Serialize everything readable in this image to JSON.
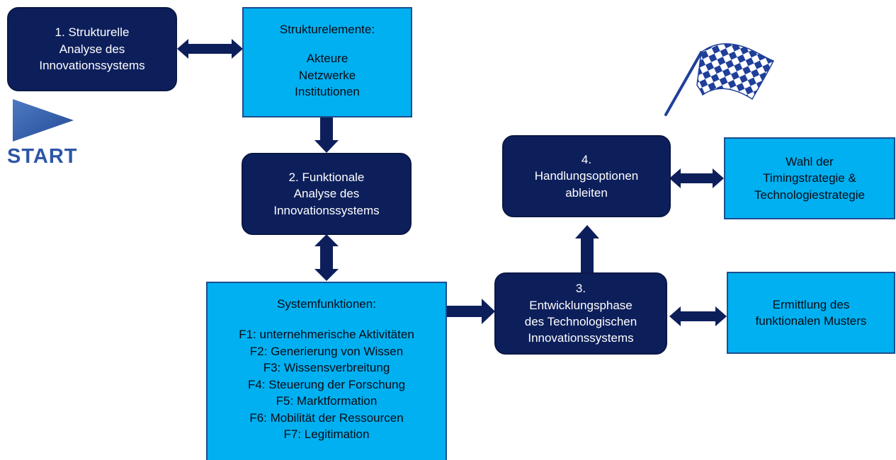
{
  "start": {
    "label": "START"
  },
  "nodes": {
    "structural_analysis": {
      "lines": [
        "1. Strukturelle",
        "Analyse des",
        "Innovationssystems"
      ]
    },
    "structural_elements": {
      "title": "Strukturelemente:",
      "items": [
        "Akteure",
        "Netzwerke",
        "Institutionen"
      ]
    },
    "functional_analysis": {
      "lines": [
        "2. Funktionale",
        "Analyse des",
        "Innovationssystems"
      ]
    },
    "system_functions": {
      "title": "Systemfunktionen:",
      "items": [
        "F1: unternehmerische Aktivitäten",
        "F2: Generierung von Wissen",
        "F3: Wissensverbreitung",
        "F4: Steuerung der Forschung",
        "F5: Marktformation",
        "F6: Mobilität der Ressourcen",
        "F7: Legitimation"
      ]
    },
    "development_phase": {
      "lines": [
        "3.",
        "Entwicklungsphase",
        "des Technologischen",
        "Innovationssystems"
      ]
    },
    "action_options": {
      "lines": [
        "4.",
        "Handlungsoptionen",
        "ableiten"
      ]
    },
    "strategy_choice": {
      "lines": [
        "Wahl der",
        "Timingstrategie &",
        "Technologiestrategie"
      ]
    },
    "functional_pattern": {
      "lines": [
        "Ermittlung des",
        "funktionalen Musters"
      ]
    }
  },
  "icons": {
    "start": "play-triangle-icon",
    "finish": "checkered-flag-icon"
  },
  "colors": {
    "dark_box": "#0d1f5b",
    "light_box": "#00b0f0",
    "arrow": "#0d1f5b",
    "start": "#2d56a6",
    "flag": "#1f3f9a"
  }
}
